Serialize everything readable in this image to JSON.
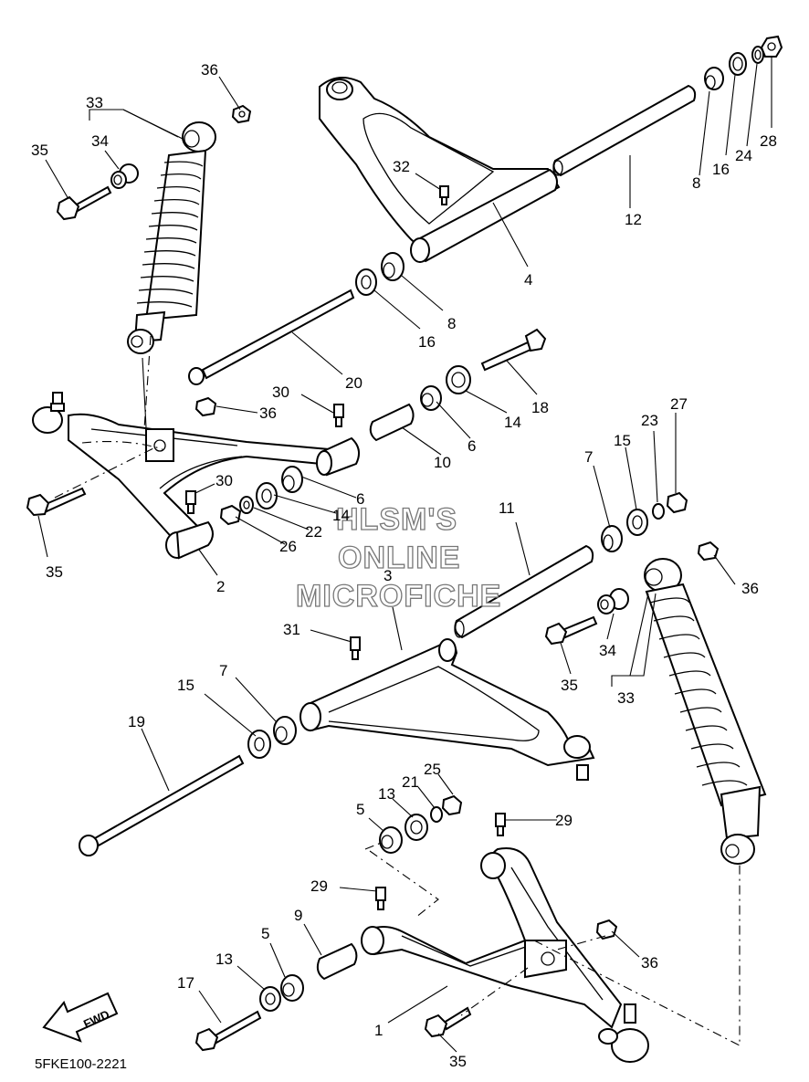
{
  "diagram_code": "5FKE100-2221",
  "watermark": {
    "line1": "HLSM'S",
    "line2": "ONLINE",
    "line3": "MICROFICHE"
  },
  "fwd_label": "FWD",
  "callouts": [
    {
      "id": "c36a",
      "label": "36"
    },
    {
      "id": "c33a",
      "label": "33"
    },
    {
      "id": "c34a",
      "label": "34"
    },
    {
      "id": "c35a",
      "label": "35"
    },
    {
      "id": "c32",
      "label": "32"
    },
    {
      "id": "c8a",
      "label": "8"
    },
    {
      "id": "c16a",
      "label": "16"
    },
    {
      "id": "c24",
      "label": "24"
    },
    {
      "id": "c28",
      "label": "28"
    },
    {
      "id": "c12",
      "label": "12"
    },
    {
      "id": "c4",
      "label": "4"
    },
    {
      "id": "c8b",
      "label": "8"
    },
    {
      "id": "c16b",
      "label": "16"
    },
    {
      "id": "c20",
      "label": "20"
    },
    {
      "id": "c18",
      "label": "18"
    },
    {
      "id": "c30a",
      "label": "30"
    },
    {
      "id": "c36b",
      "label": "36"
    },
    {
      "id": "c14a",
      "label": "14"
    },
    {
      "id": "c6a",
      "label": "6"
    },
    {
      "id": "c10",
      "label": "10"
    },
    {
      "id": "c27",
      "label": "27"
    },
    {
      "id": "c23",
      "label": "23"
    },
    {
      "id": "c15a",
      "label": "15"
    },
    {
      "id": "c7a",
      "label": "7"
    },
    {
      "id": "c30b",
      "label": "30"
    },
    {
      "id": "c6b",
      "label": "6"
    },
    {
      "id": "c14b",
      "label": "14"
    },
    {
      "id": "c22",
      "label": "22"
    },
    {
      "id": "c26",
      "label": "26"
    },
    {
      "id": "c35b",
      "label": "35"
    },
    {
      "id": "c2",
      "label": "2"
    },
    {
      "id": "c11",
      "label": "11"
    },
    {
      "id": "c3",
      "label": "3"
    },
    {
      "id": "c36c",
      "label": "36"
    },
    {
      "id": "c34b",
      "label": "34"
    },
    {
      "id": "c35c",
      "label": "35"
    },
    {
      "id": "c33b",
      "label": "33"
    },
    {
      "id": "c31",
      "label": "31"
    },
    {
      "id": "c7b",
      "label": "7"
    },
    {
      "id": "c15b",
      "label": "15"
    },
    {
      "id": "c19",
      "label": "19"
    },
    {
      "id": "c25",
      "label": "25"
    },
    {
      "id": "c13a",
      "label": "13"
    },
    {
      "id": "c21",
      "label": "21"
    },
    {
      "id": "c5a",
      "label": "5"
    },
    {
      "id": "c29a",
      "label": "29"
    },
    {
      "id": "c29b",
      "label": "29"
    },
    {
      "id": "c9",
      "label": "9"
    },
    {
      "id": "c5b",
      "label": "5"
    },
    {
      "id": "c13b",
      "label": "13"
    },
    {
      "id": "c17",
      "label": "17"
    },
    {
      "id": "c36d",
      "label": "36"
    },
    {
      "id": "c1",
      "label": "1"
    },
    {
      "id": "c35d",
      "label": "35"
    }
  ]
}
